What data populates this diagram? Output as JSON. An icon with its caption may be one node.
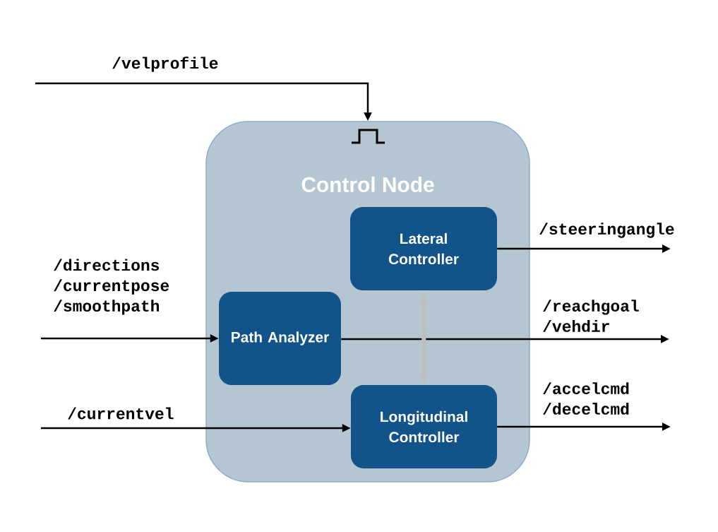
{
  "diagram": {
    "nodes": [
      {
        "text": [
          "Control Node"
        ]
      },
      {
        "text": [
          "Lateral Controller"
        ],
        "in": 0
      },
      {
        "text": [
          "Path Analyzer"
        ],
        "in": 0
      },
      {
        "text": [
          "Longitudinal Controller"
        ],
        "in": 0
      }
    ],
    "edges": [
      {
        "from": null,
        "to": 0,
        "arrow": "to",
        "label": "/velprofile"
      },
      {
        "from": null,
        "to": 2,
        "arrow": "to",
        "label": "/directions /currentpose /smoothpath"
      },
      {
        "from": null,
        "to": 3,
        "arrow": "to",
        "label": "/currentvel"
      },
      {
        "from": 1,
        "to": null,
        "arrow": "to",
        "label": "/steeringangle"
      },
      {
        "from": 2,
        "to": null,
        "arrow": "to",
        "label": "/reachgoal /vehdir"
      },
      {
        "from": 3,
        "to": null,
        "arrow": "to",
        "label": "/accelcmd /decelcmd"
      },
      {
        "from": 1,
        "to": 3,
        "arrow": "both",
        "style": "thick",
        "color": "#bdbdbd"
      }
    ]
  }
}
